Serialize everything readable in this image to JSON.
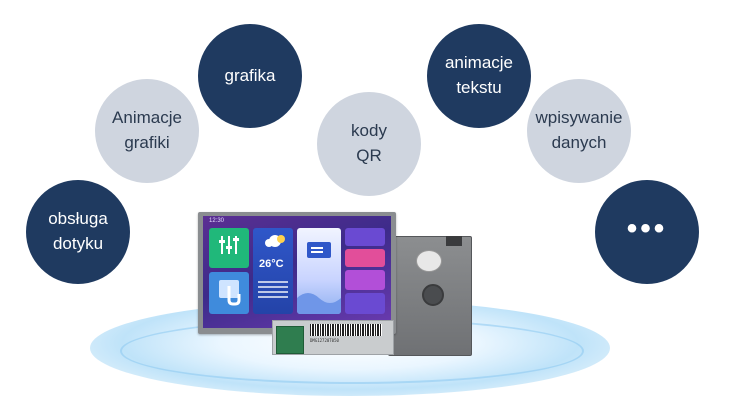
{
  "bubbles": {
    "obsluga": "obsługa\ndotyku",
    "animacje_grafiki": "Animacje\ngrafiki",
    "grafika": "grafika",
    "kody_qr": "kody\nQR",
    "animacje_tekstu": "animacje\ntekstu",
    "wpisywanie": "wpisywanie\ndanych",
    "more": "•••"
  },
  "colors": {
    "navy": "#1f3a60",
    "grey": "#cfd5df"
  }
}
